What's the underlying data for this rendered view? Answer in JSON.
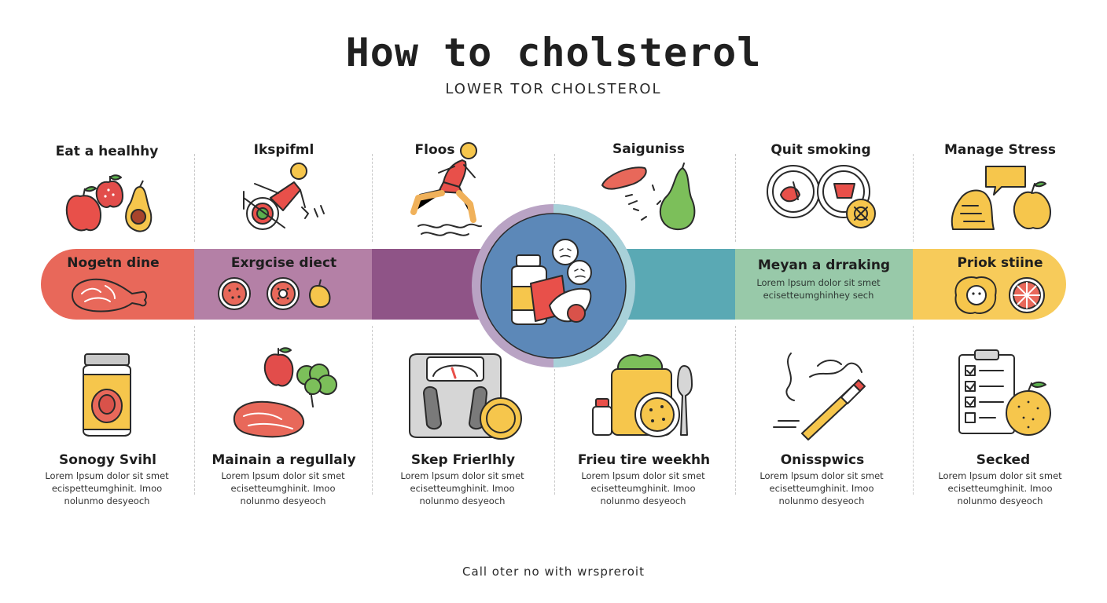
{
  "title": "How to cholsterol",
  "subtitle": "LOWER TOR CHOLSTEROL",
  "footer": "Call oter no with wrspreroit",
  "colors": {
    "seg1": "#e8685a",
    "seg2": "#b480a6",
    "seg3": "#8f5487",
    "seg4": "#5aa9b4",
    "seg5": "#98c9a9",
    "seg6": "#f7cb5a",
    "center_ring": "#b9a3c4",
    "center_inner": "#5c88b8"
  },
  "top_labels": [
    "Eat a healhhy",
    "Ikspifml",
    "Floos",
    "Saiguniss",
    "Quit smoking",
    "Manage Stress"
  ],
  "band": {
    "col1_title": "Nogetn dine",
    "col2_title": "Exrgcise diect",
    "col5_title": "Meyan a drraking",
    "col5_desc_1": "Lorem lpsum dolor sit smet",
    "col5_desc_2": "ecisetteumghinhey sech",
    "col6_title": "Priok stiine"
  },
  "bottom": [
    {
      "title": "Sonogy Svihl",
      "desc": [
        "Lorem lpsum dolor sit smet",
        "ecispetteumghinit. Imoo",
        "nolunmo desyeoch"
      ]
    },
    {
      "title": "Mainain a regullaly",
      "desc": [
        "Lorem lpsum dolor sit smet",
        "ecisetteumghinit. Imoo",
        "nolunmo desyeoch"
      ]
    },
    {
      "title": "Skep Frierlhly",
      "desc": [
        "Lorem lpsum dolor sit smet",
        "ecisetteumghinit. Imoo",
        "nolunmo desyeoch"
      ]
    },
    {
      "title": "Frieu tire weekhh",
      "desc": [
        "Lorem lpsum dolor sit smet",
        "ecisetteumghinit. Imoo",
        "nolunmo desyeoch"
      ]
    },
    {
      "title": "Onisspwics",
      "desc": [
        "Lorem lpsum dolor sit smet",
        "ecisetteumghinit. Imoo",
        "nolunmo desyeoch"
      ]
    },
    {
      "title": "Secked",
      "desc": [
        "Lorem lpsum dolor sit smet",
        "ecisetteumghinit. Imoo",
        "nolunmo desyeoch"
      ]
    }
  ]
}
